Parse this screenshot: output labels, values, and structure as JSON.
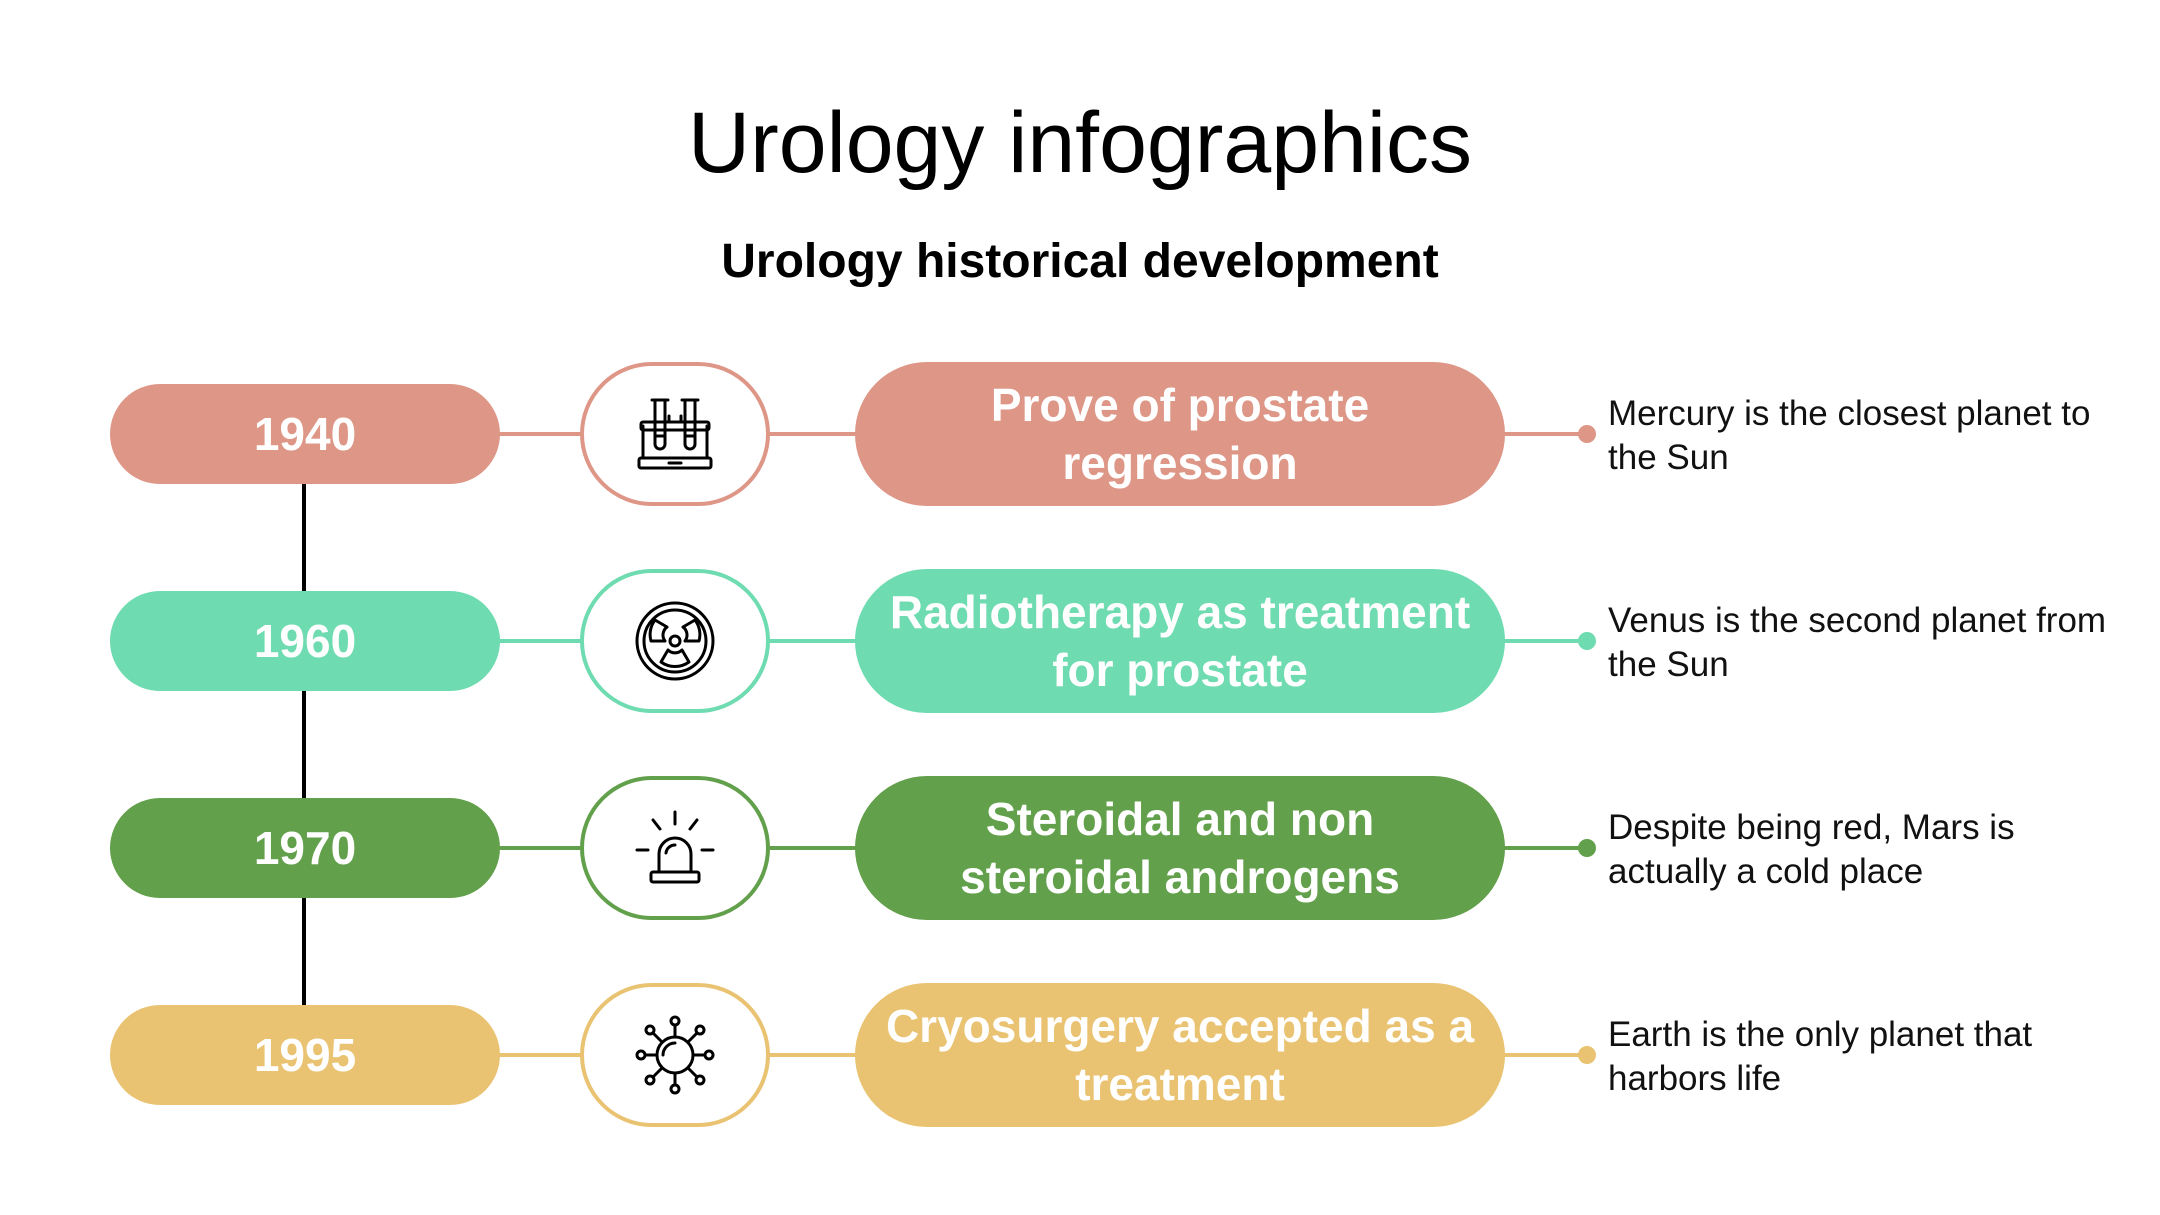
{
  "title": "Urology infographics",
  "subtitle": "Urology historical development",
  "rows": [
    {
      "year": "1940",
      "event": "Prove of prostate regression",
      "description": "Mercury is the closest planet to the Sun",
      "color": "#DE9687",
      "icon": "test-tubes-icon"
    },
    {
      "year": "1960",
      "event": "Radiotherapy as treatment for prostate",
      "description": "Venus is the second planet from the Sun",
      "color": "#6EDBB0",
      "icon": "radiation-icon"
    },
    {
      "year": "1970",
      "event": "Steroidal and non steroidal androgens",
      "description": "Despite being red, Mars is actually a cold place",
      "color": "#62A04B",
      "icon": "alarm-siren-icon"
    },
    {
      "year": "1995",
      "event": "Cryosurgery accepted as a treatment",
      "description": "Earth is the only planet that harbors life",
      "color": "#EAC372",
      "icon": "virus-icon"
    }
  ]
}
